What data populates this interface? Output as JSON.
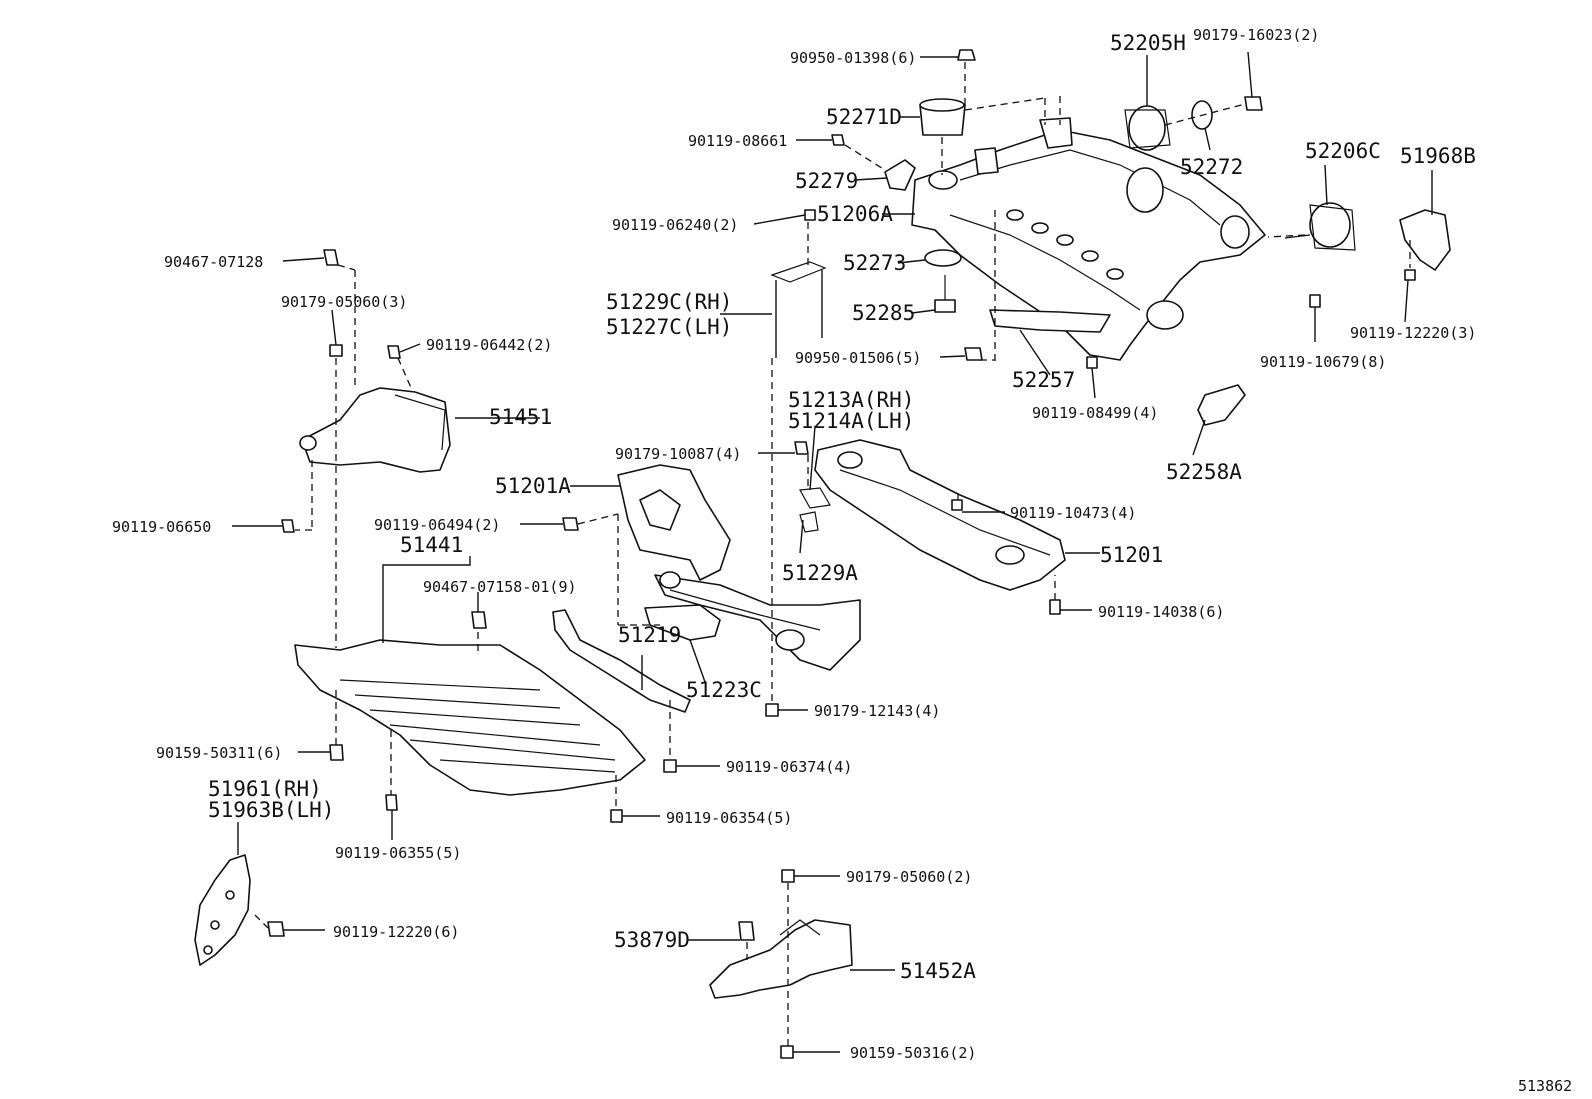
{
  "labels": {
    "p90950_01398": "90950-01398(6)",
    "p52205H": "52205H",
    "p90179_16023": "90179-16023(2)",
    "p52271D": "52271D",
    "p90119_08661": "90119-08661",
    "p52272": "52272",
    "p52206C": "52206C",
    "p51968B": "51968B",
    "p52279": "52279",
    "p90119_06240": "90119-06240(2)",
    "p51206A": "51206A",
    "p52273": "52273",
    "p52285": "52285",
    "p90467_07128": "90467-07128",
    "p90179_05060_3": "90179-05060(3)",
    "p90119_06442": "90119-06442(2)",
    "p51229C": "51229C(RH)",
    "p51227C": "51227C(LH)",
    "p90950_01506": "90950-01506(5)",
    "p52257": "52257",
    "p90119_12220_3": "90119-12220(3)",
    "p90119_10679": "90119-10679(8)",
    "p51213A": "51213A(RH)",
    "p51214A": "51214A(LH)",
    "p51451": "51451",
    "p90119_08499": "90119-08499(4)",
    "p90179_10087": "90179-10087(4)",
    "p52258A": "52258A",
    "p51201A": "51201A",
    "p90119_10473": "90119-10473(4)",
    "p90119_06650": "90119-06650",
    "p90119_06494": "90119-06494(2)",
    "p51201": "51201",
    "p51441": "51441",
    "p51229A": "51229A",
    "p90467_07158": "90467-07158-01(9)",
    "p90119_14038": "90119-14038(6)",
    "p51219": "51219",
    "p51223C": "51223C",
    "p90179_12143": "90179-12143(4)",
    "p90159_50311": "90159-50311(6)",
    "p90119_06374": "90119-06374(4)",
    "p51961": "51961(RH)",
    "p51963B": "51963B(LH)",
    "p90119_06354": "90119-06354(5)",
    "p90119_06355": "90119-06355(5)",
    "p90179_05060_2": "90179-05060(2)",
    "p90119_12220_6": "90119-12220(6)",
    "p53879D": "53879D",
    "p51452A": "51452A",
    "p90159_50316": "90159-50316(2)",
    "ref": "513862"
  }
}
